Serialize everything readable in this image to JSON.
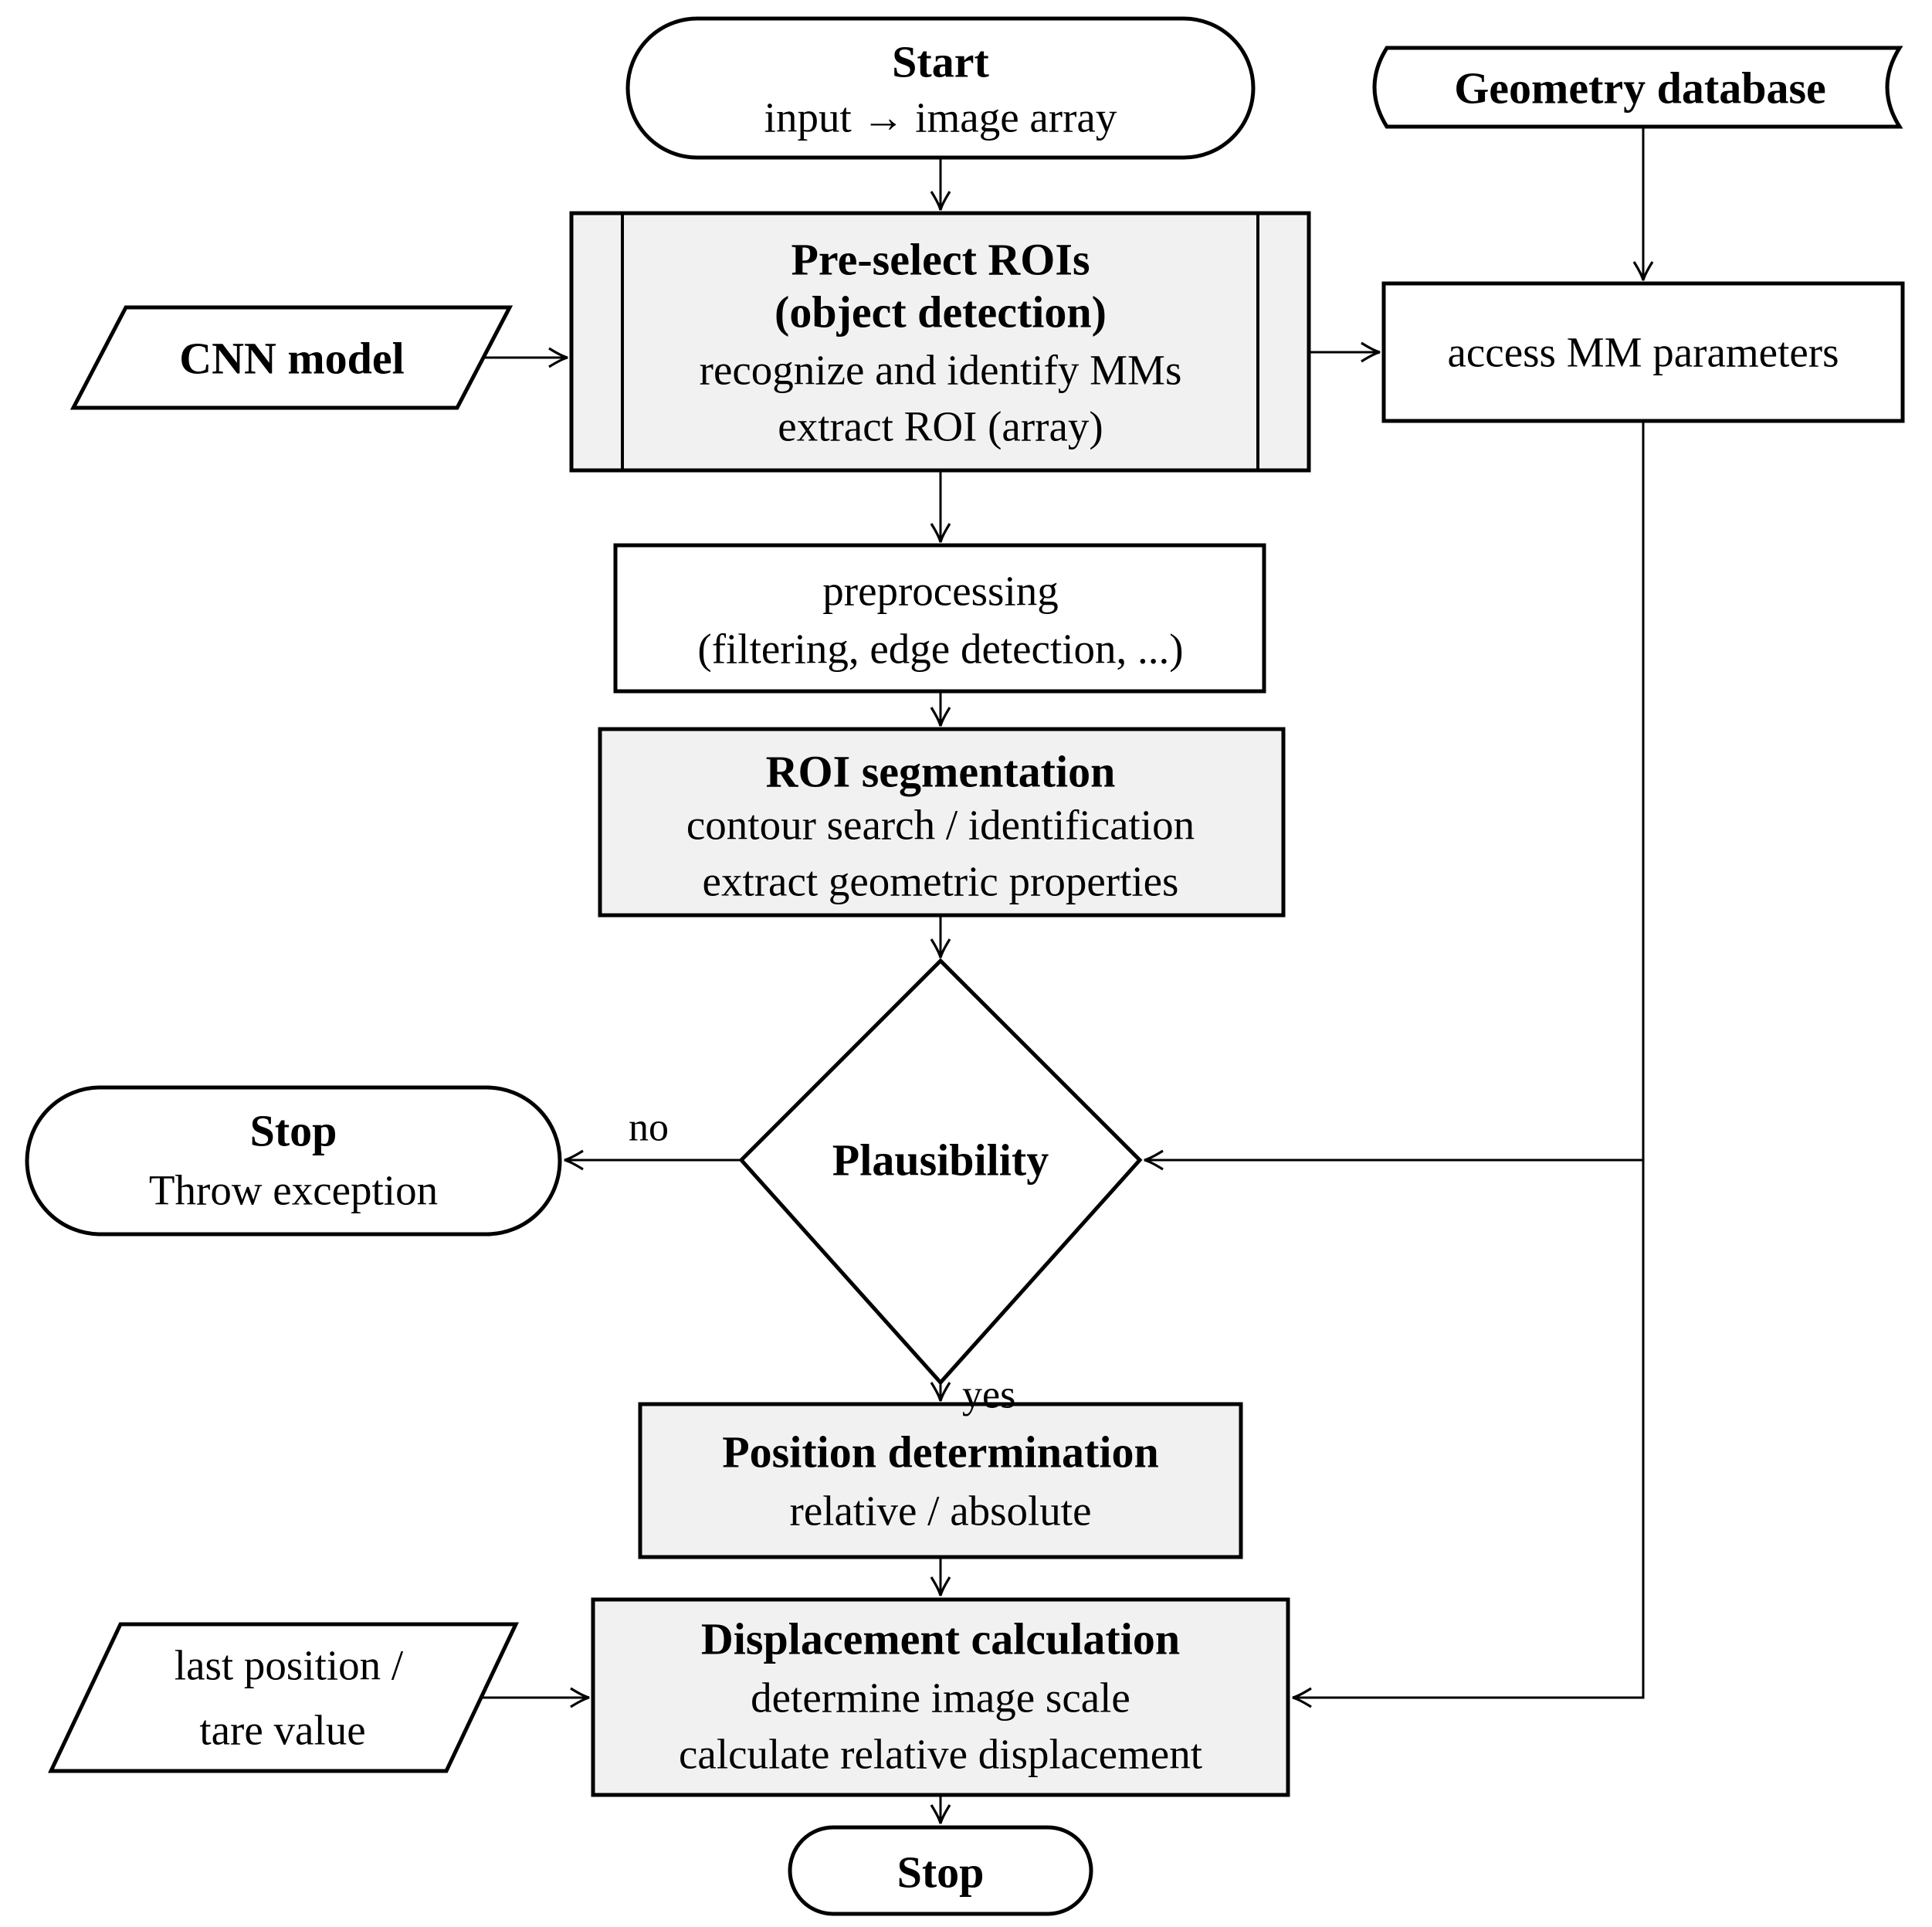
{
  "diagram": {
    "type": "flowchart",
    "colors": {
      "stroke": "#000000",
      "fill_white": "#ffffff",
      "fill_gray": "#f1f1f1",
      "background": "#ffffff"
    },
    "nodes": {
      "start": {
        "title": "Start",
        "subtitle": "input → image array"
      },
      "geometry_database": {
        "label": "Geometry database"
      },
      "cnn_model": {
        "label": "CNN model"
      },
      "preselect_rois": {
        "title": "Pre-select ROIs",
        "title2": "(object detection)",
        "line3": "recognize and identify MMs",
        "line4": "extract ROI (array)"
      },
      "access_mm_parameters": {
        "label": "access MM parameters"
      },
      "preprocessing": {
        "line1": "preprocessing",
        "line2": "(filtering, edge detection, ...)"
      },
      "roi_segmentation": {
        "title": "ROI segmentation",
        "line2": "contour search / identification",
        "line3": "extract geometric properties"
      },
      "plausibility": {
        "label": "Plausibility"
      },
      "stop_exception": {
        "title": "Stop",
        "subtitle": "Throw exception"
      },
      "position_determination": {
        "title": "Position determination",
        "line2": "relative / absolute"
      },
      "displacement_calculation": {
        "title": "Displacement calculation",
        "line2": "determine image scale",
        "line3": "calculate relative displacement"
      },
      "last_position": {
        "line1": "last position /",
        "line2": "tare value"
      },
      "stop_final": {
        "label": "Stop"
      }
    },
    "edge_labels": {
      "no": "no",
      "yes": "yes"
    }
  }
}
